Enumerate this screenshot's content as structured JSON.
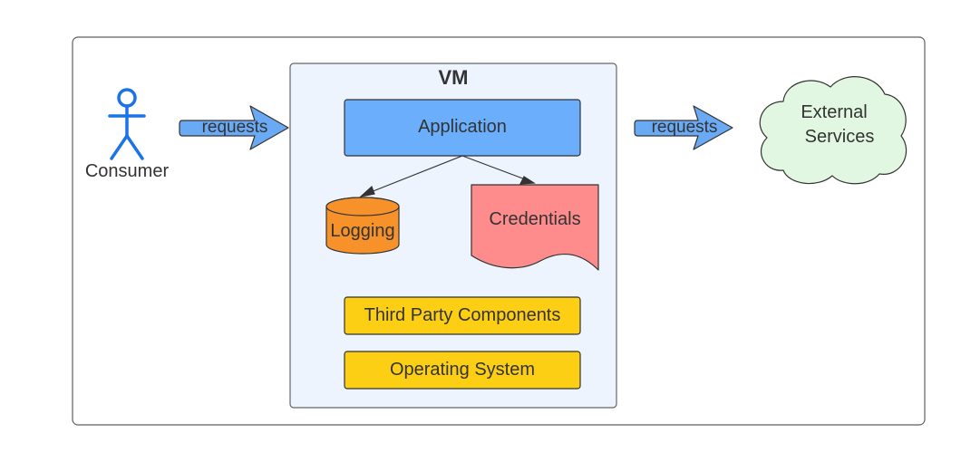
{
  "consumer": {
    "label": "Consumer",
    "icon": "stick-figure-icon"
  },
  "arrows": {
    "inbound": "requests",
    "outbound": "requests"
  },
  "vm": {
    "title": "VM",
    "application": "Application",
    "logging": "Logging",
    "credentials": "Credentials",
    "third_party": "Third Party Components",
    "operating_system": "Operating System"
  },
  "external": {
    "line1": "External",
    "line2": "Services"
  },
  "colors": {
    "actor": "#1a73e8",
    "arrow_fill": "#6aaaf5",
    "vm_fill": "#edf4fd",
    "application_fill": "#6aaefc",
    "logging_fill": "#f7922a",
    "credentials_fill": "#ff8c8c",
    "yellow_fill": "#fccf14",
    "cloud_fill": "#e1f7e1"
  }
}
